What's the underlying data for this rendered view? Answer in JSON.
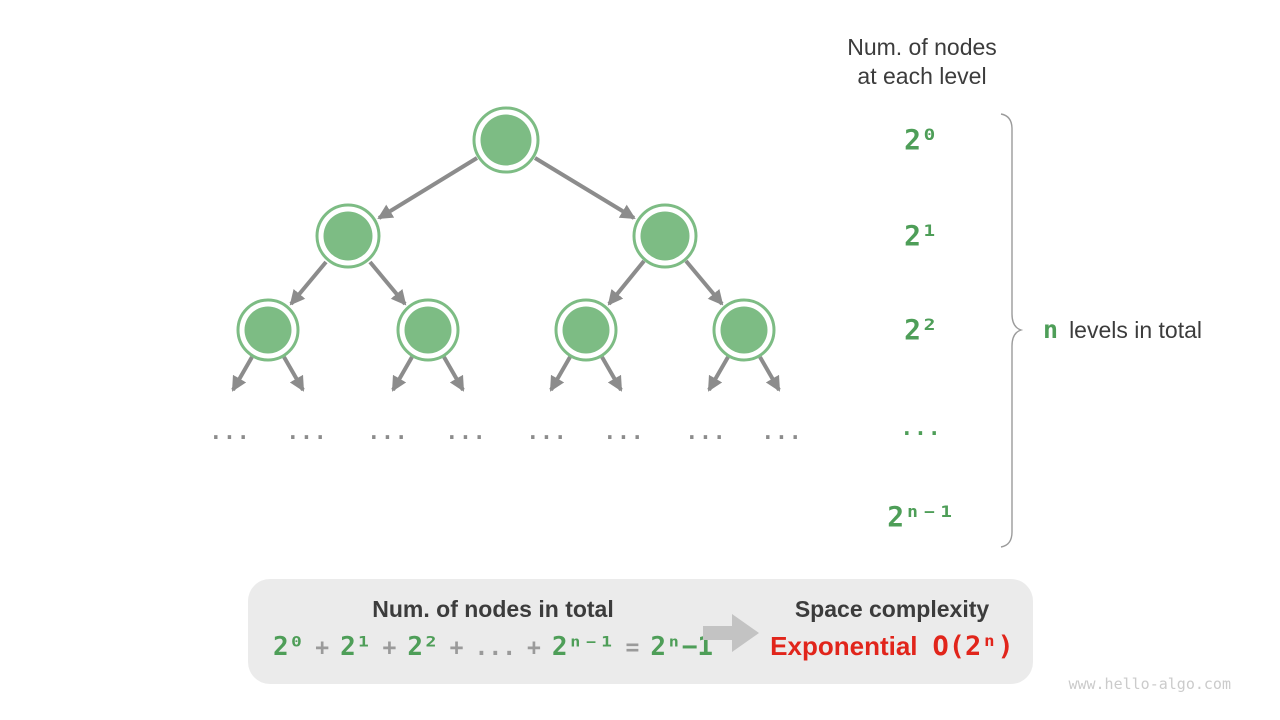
{
  "header": {
    "line1": "Num. of nodes",
    "line2": "at each level"
  },
  "level_labels": [
    "2⁰",
    "2¹",
    "2²",
    "...",
    "2ⁿ⁻¹"
  ],
  "brace_label": {
    "count": "n",
    "text": "levels in total"
  },
  "tree": {
    "ellipsis": "..."
  },
  "summary": {
    "left_title": "Num. of nodes in total",
    "formula_tokens": [
      "2⁰",
      "+",
      "2¹",
      "+",
      "2²",
      "+",
      "...",
      "+",
      "2ⁿ⁻¹",
      "=",
      "2ⁿ−1"
    ],
    "right_title": "Space complexity",
    "complexity_name": "Exponential",
    "complexity_value": "O(2ⁿ)"
  },
  "watermark": "www.hello-algo.com",
  "colors": {
    "node_green": "#7DBC84",
    "text_green": "#4E9E58",
    "arrow_gray": "#8C8C8C",
    "operator_gray": "#9A9A9A",
    "dark_text": "#3C3C3C",
    "red": "#E1251B",
    "box_bg": "#EBEBEB",
    "block_arrow": "#C3C3C3"
  }
}
